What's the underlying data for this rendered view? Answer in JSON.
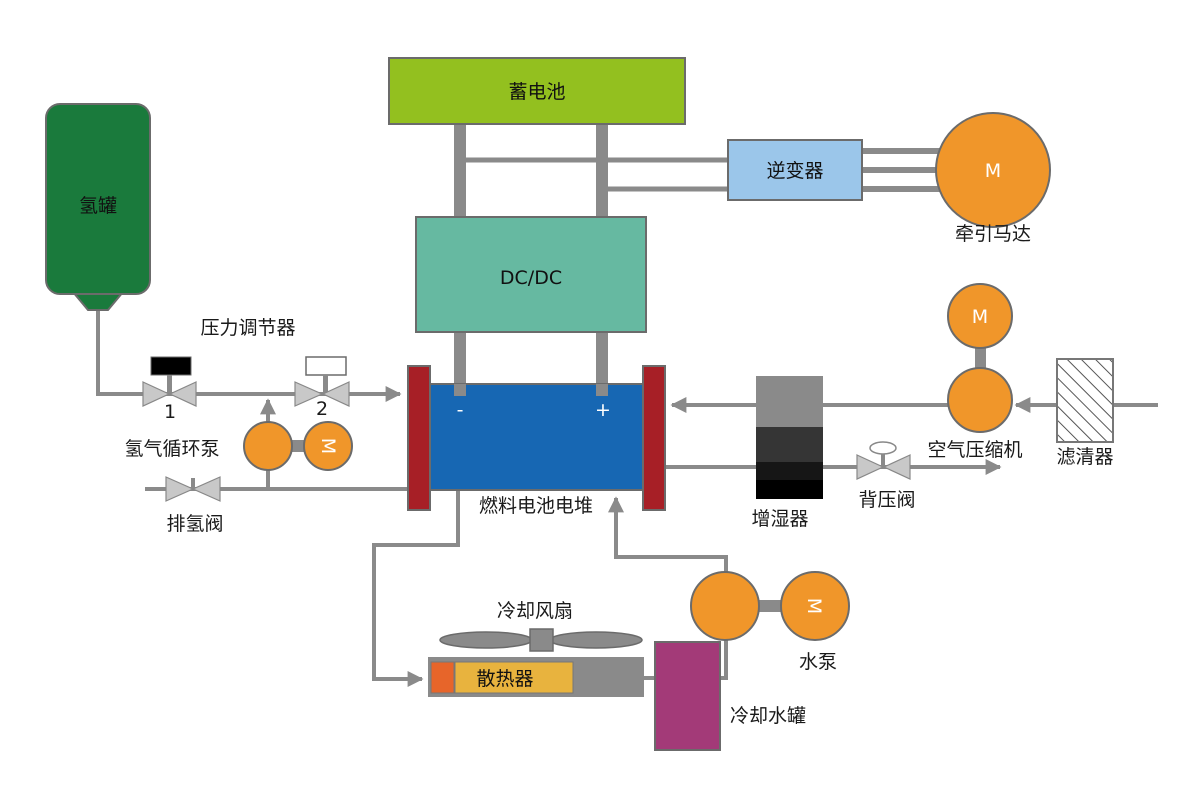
{
  "diagram": {
    "title": "Fuel cell vehicle system schematic",
    "colors": {
      "hydrogen_tank": "#1a7a3c",
      "battery": "#93c01f",
      "dcdc": "#66b9a1",
      "inverter": "#9bc6ea",
      "motor": "#f0962a",
      "stack": "#1767b3",
      "end_plate": "#a71f26",
      "radiator_core": "#e8b33e",
      "radiator_inlet": "#e7652a",
      "coolant_tank": "#a33a78",
      "pipe": "#8a8a8a",
      "valve": "#c8c8c8"
    },
    "components": {
      "hydrogen_tank": "氢罐",
      "pressure_regulator": "压力调节器",
      "valve_1_number": "1",
      "valve_2_number": "2",
      "hydrogen_recirc_pump": "氢气循环泵",
      "purge_valve": "排氢阀",
      "battery": "蓄电池",
      "dcdc": "DC/DC",
      "inverter": "逆变器",
      "traction_motor": "牵引马达",
      "motor_symbol": "M",
      "stack": "燃料电池电堆",
      "stack_negative": "-",
      "stack_positive": "+",
      "humidifier": "增湿器",
      "back_pressure_valve": "背压阀",
      "air_compressor": "空气压缩机",
      "air_filter": "滤清器",
      "cooling_fan": "冷却风扇",
      "radiator": "散热器",
      "water_pump": "水泵",
      "coolant_tank": "冷却水罐"
    }
  }
}
